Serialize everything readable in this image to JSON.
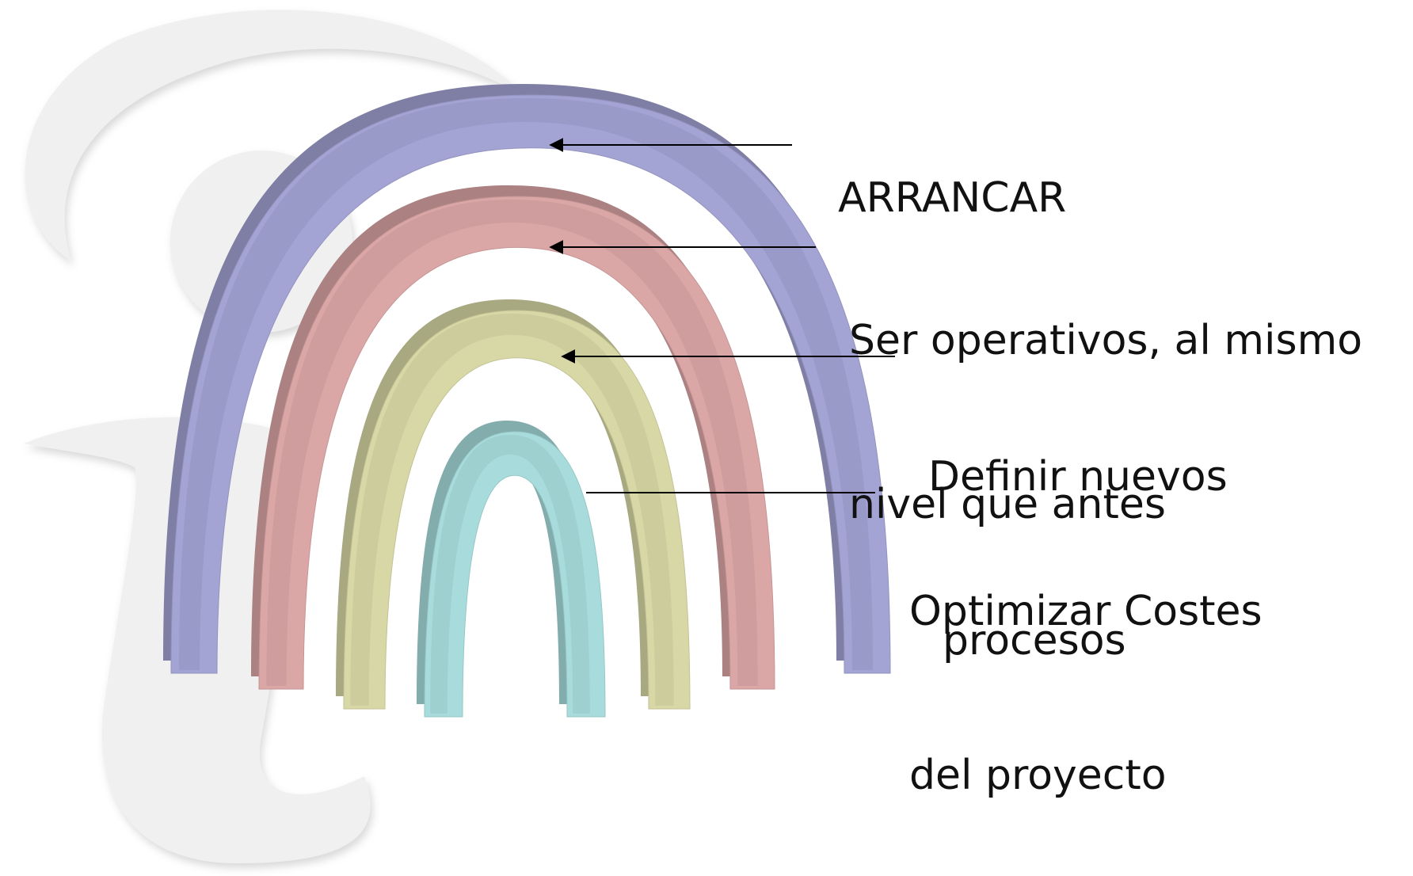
{
  "diagram": {
    "arches": [
      {
        "label_lines": [
          "ARRANCAR"
        ],
        "color": "#a3a3d4"
      },
      {
        "label_lines": [
          "Ser operativos, al mismo",
          "nivel que antes"
        ],
        "color": "#dba6a6"
      },
      {
        "label_lines": [
          "Definir nuevos",
          "procesos"
        ],
        "color": "#d8d8a6"
      },
      {
        "label_lines": [
          "Optimizar Costes",
          "del proyecto"
        ],
        "color": "#a8dcdc"
      }
    ],
    "watermark_color": "#efefef",
    "arrow_color": "#000000"
  }
}
